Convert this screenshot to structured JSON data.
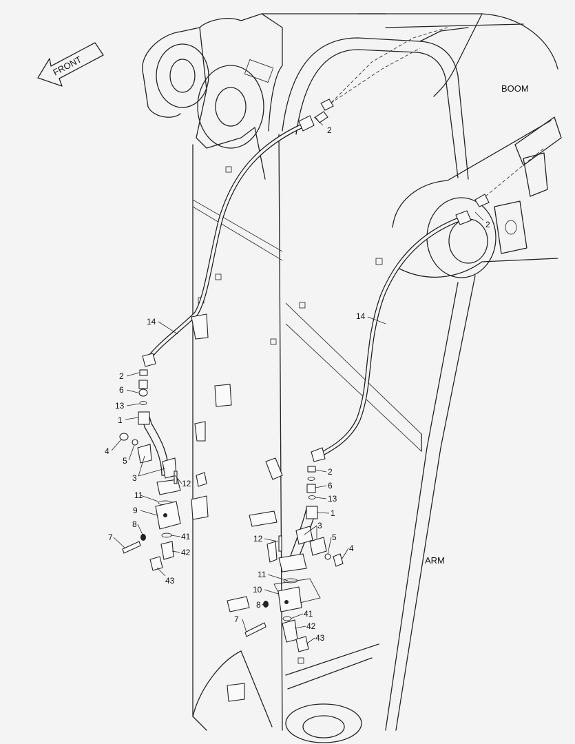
{
  "front_label": "FRONT",
  "boom_label": "BOOM",
  "arm_label": "ARM",
  "callouts": {
    "c2a": "2",
    "c14a": "14",
    "c2b": "2",
    "c14b": "14",
    "l2": "2",
    "l6": "6",
    "l13": "13",
    "l1": "1",
    "l4": "4",
    "l5": "5",
    "l3": "3",
    "l12": "12",
    "l11": "11",
    "l9": "9",
    "l8": "8",
    "l7": "7",
    "l41": "41",
    "l42": "42",
    "l43": "43",
    "r2": "2",
    "r6": "6",
    "r13": "13",
    "r1": "1",
    "r3": "3",
    "r5": "5",
    "r4": "4",
    "r12": "12",
    "r11": "11",
    "r10": "10",
    "r8": "8",
    "r7": "7",
    "r41": "41",
    "r42": "42",
    "r43": "43"
  }
}
